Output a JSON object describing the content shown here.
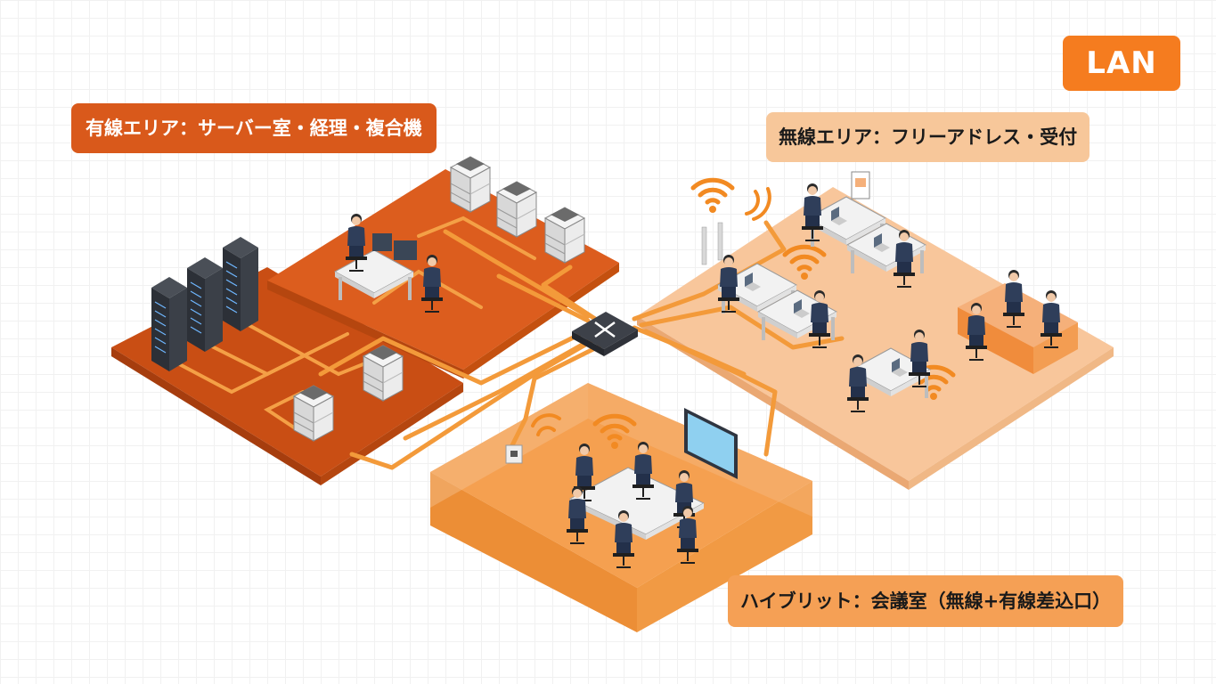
{
  "labels": {
    "lan": "LAN",
    "wired_area": "有線エリア：サーバー室・経理・複合機",
    "wireless_area": "無線エリア：フリーアドレス・受付",
    "hybrid_area": "ハイブリット：会議室（無線+有線差込口）"
  },
  "colors": {
    "wired": "#d9591b",
    "wireless": "#f7c79a",
    "hybrid": "#f5a055",
    "cable": "#f39a3a",
    "accent": "#f57c1f"
  },
  "icons": [
    "server-rack-icon",
    "printer-icon",
    "desk-icon",
    "person-icon",
    "network-switch-icon",
    "wifi-icon",
    "access-point-icon",
    "monitor-icon",
    "wall-port-icon",
    "reception-counter-icon"
  ]
}
